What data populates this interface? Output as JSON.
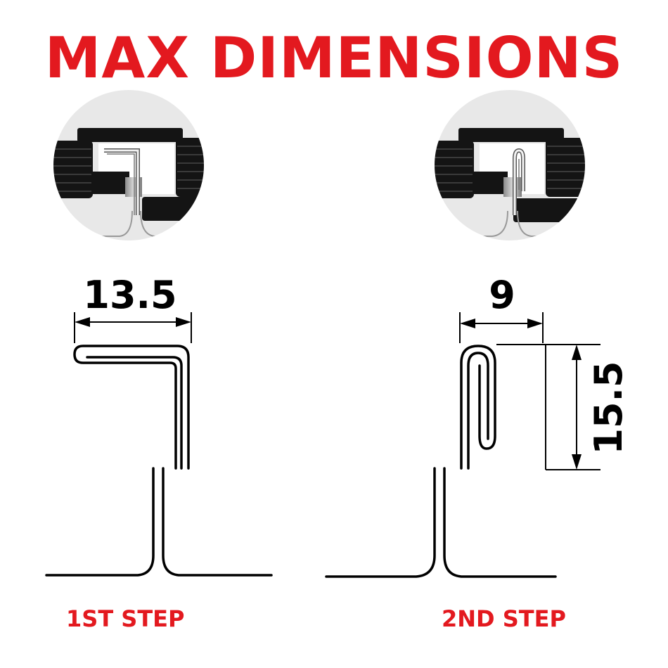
{
  "title": "MAX DIMENSIONS",
  "colors": {
    "accent": "#e3191f",
    "ink": "#000000",
    "detail_dark": "#141414",
    "detail_metal": "#b9b9b9",
    "detail_backdrop": "#e8e8e8"
  },
  "left_panel": {
    "dimension_width": "13.5",
    "step_label": "1ST STEP"
  },
  "right_panel": {
    "dimension_width": "9",
    "dimension_height": "15.5",
    "step_label": "2ND STEP"
  }
}
